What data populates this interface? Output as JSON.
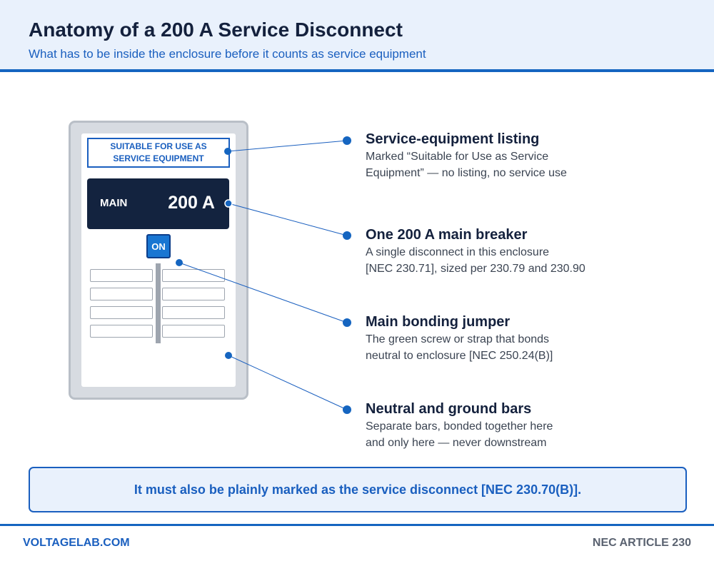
{
  "header": {
    "title": "Anatomy of a 200 A Service Disconnect",
    "subtitle": "What has to be inside the enclosure before it counts as service equipment"
  },
  "panel": {
    "label_line1": "SUITABLE FOR USE AS",
    "label_line2": "SERVICE EQUIPMENT",
    "main_label": "MAIN",
    "main_rating": "200 A",
    "on_label": "ON",
    "branch_slot_rows": 4,
    "branch_slot_columns": 2
  },
  "callouts": [
    {
      "title": "Service-equipment listing",
      "line1": "Marked “Suitable for Use as Service",
      "line2": "Equipment” — no listing, no service use"
    },
    {
      "title": "One 200 A main breaker",
      "line1": "A single disconnect in this enclosure",
      "line2": "[NEC 230.71], sized per 230.79 and 230.90"
    },
    {
      "title": "Main bonding jumper",
      "line1": "The green screw or strap that bonds",
      "line2": "neutral to enclosure [NEC 250.24(B)]"
    },
    {
      "title": "Neutral and ground bars",
      "line1": "Separate bars, bonded together here",
      "line2": "and only here — never downstream"
    }
  ],
  "banner": {
    "text": "It must also be plainly marked as the service disconnect [NEC 230.70(B)]."
  },
  "footer": {
    "left": "VOLTAGELAB.COM",
    "right": "NEC ARTICLE 230"
  },
  "colors": {
    "accent": "#1565c0",
    "navy": "#13233f",
    "header_bg": "#e9f1fc",
    "on_button": "#1976d2"
  }
}
